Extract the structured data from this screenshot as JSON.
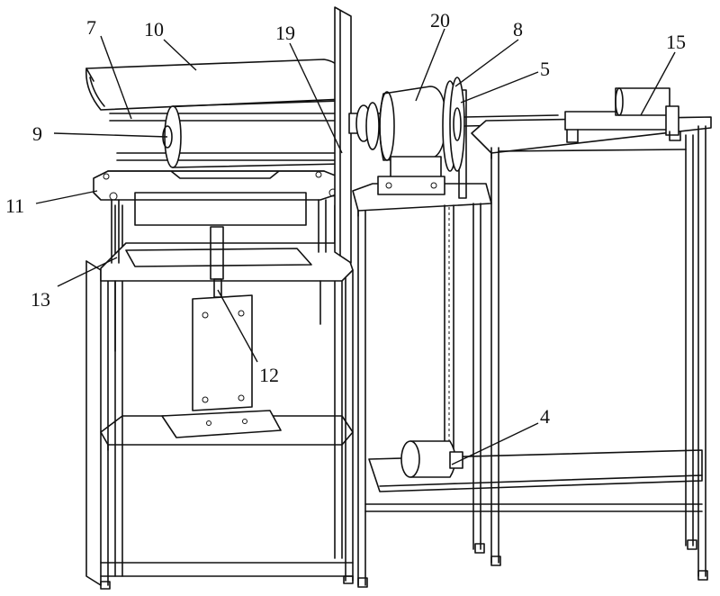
{
  "callouts": {
    "c4": "4",
    "c5": "5",
    "c7": "7",
    "c8": "8",
    "c9": "9",
    "c10": "10",
    "c11": "11",
    "c12": "12",
    "c13": "13",
    "c15": "15",
    "c19": "19",
    "c20": "20"
  },
  "colors": {
    "line": "#111111",
    "background": "#ffffff"
  }
}
